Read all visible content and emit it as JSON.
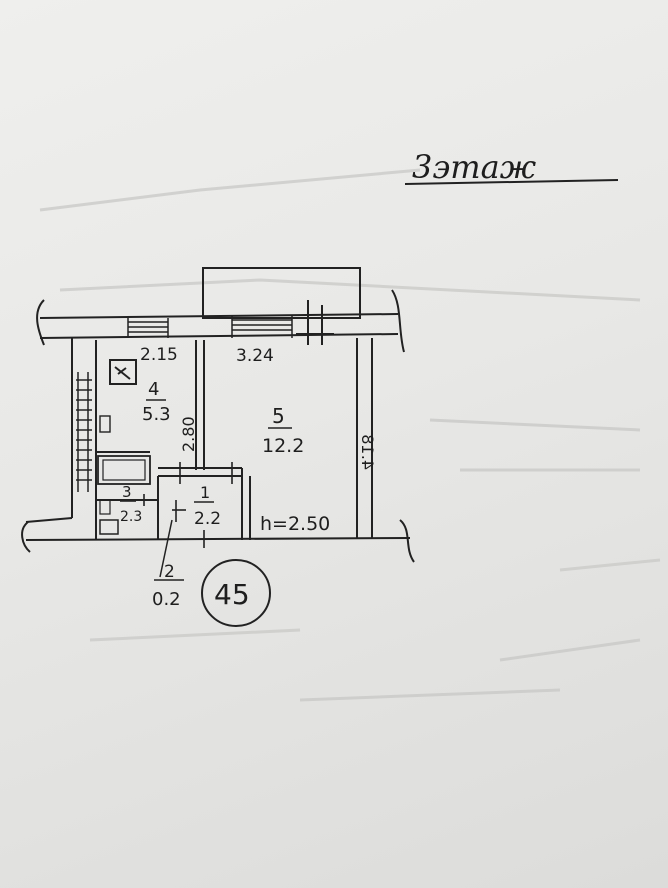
{
  "floor_label": "3этаж",
  "apartment_number": "45",
  "ceiling_height": "h=2.50",
  "rooms": [
    {
      "number": "1",
      "area": "2.2"
    },
    {
      "number": "2",
      "area": "0.2"
    },
    {
      "number": "3",
      "area": "2.3"
    },
    {
      "number": "4",
      "area": "5.3"
    },
    {
      "number": "5",
      "area": "12.2"
    }
  ],
  "dimensions": {
    "kitchen_width": "2.15",
    "kitchen_length": "2.80",
    "room_width": "3.24",
    "room_length": "4.18"
  },
  "stove_icon": "stove-icon"
}
